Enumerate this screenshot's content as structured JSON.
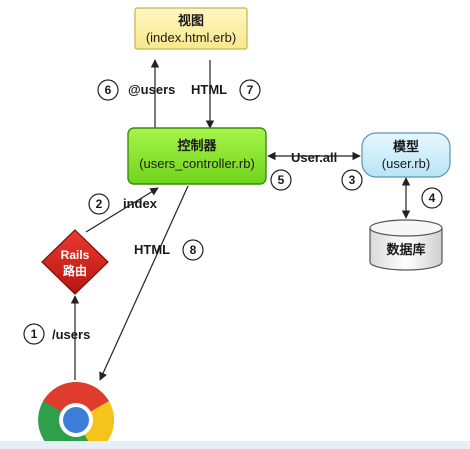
{
  "nodes": {
    "view": {
      "title": "视图",
      "subtitle": "(index.html.erb)",
      "fill": "#fdf2a8",
      "stroke": "#c8b54a"
    },
    "controller": {
      "title": "控制器",
      "subtitle": "(users_controller.rb)",
      "fill": "#88e82a",
      "stroke": "#3d8a10"
    },
    "model": {
      "title": "模型",
      "subtitle": "(user.rb)",
      "fill": "#cfeefa",
      "stroke": "#5a95b5"
    },
    "database": {
      "title": "数据库",
      "fill": "#f4f4f4",
      "stroke": "#555555"
    },
    "router": {
      "line1": "Rails",
      "line2": "路由",
      "fill": "#d6221b",
      "stroke": "#7a0e0a"
    },
    "browser": {
      "icon": "chrome-browser-icon"
    }
  },
  "edges": {
    "users_var": "@users",
    "html_to_controller": "HTML",
    "user_all": "User.all",
    "index": "index",
    "html_to_browser": "HTML",
    "users_path": "/users"
  },
  "steps": [
    "1",
    "2",
    "3",
    "4",
    "5",
    "6",
    "7",
    "8"
  ]
}
